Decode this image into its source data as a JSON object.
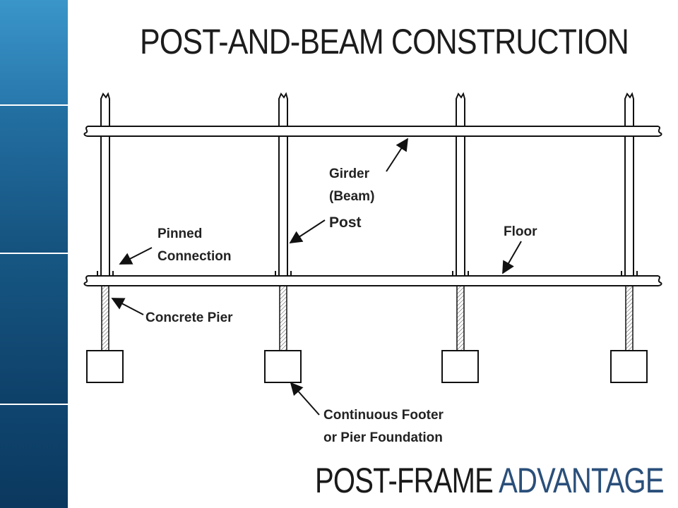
{
  "title": "POST-AND-BEAM CONSTRUCTION",
  "labels": {
    "girder_line1": "Girder",
    "girder_line2": "(Beam)",
    "post": "Post",
    "pinned_line1": "Pinned",
    "pinned_line2": "Connection",
    "floor": "Floor",
    "pier": "Concrete Pier",
    "footer_line1": "Continuous Footer",
    "footer_line2": "or Pier Foundation"
  },
  "brand": {
    "part1": "POST-FRAME",
    "part2": " ADVANTAGE"
  },
  "colors": {
    "sidebar_top": "#2a7fb5",
    "sidebar_bottom": "#0d3f66",
    "line": "#111111",
    "brand_accent": "#2a4f7a"
  }
}
